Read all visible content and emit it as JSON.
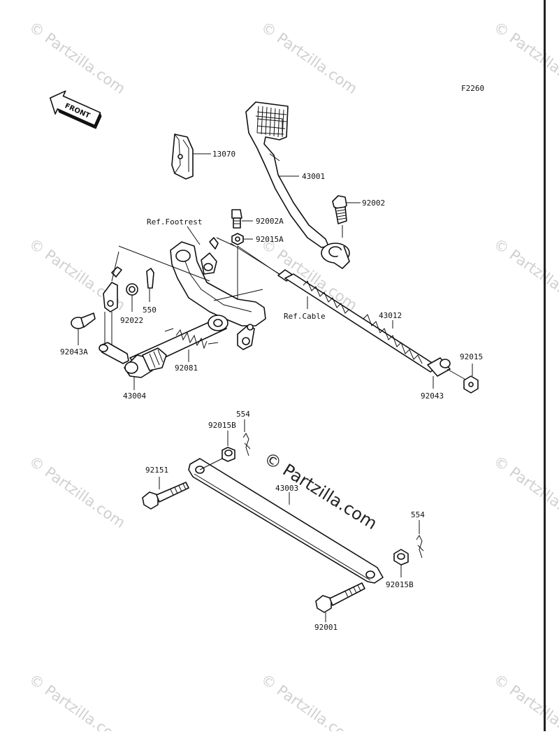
{
  "figure_code": "F2260",
  "direction_badge": "FRONT",
  "watermark": {
    "small_text": "© Partzilla.com",
    "center_text": "© Partzilla.com"
  },
  "labels": {
    "p13070": "13070",
    "p43001": "43001",
    "p92002": "92002",
    "p92002A": "92002A",
    "p92015A": "92015A",
    "ref_footrest": "Ref.Footrest",
    "p550": "550",
    "p92022": "92022",
    "p92043A": "92043A",
    "ref_cable": "Ref.Cable",
    "p43012": "43012",
    "p92081": "92081",
    "p43004": "43004",
    "p92015": "92015",
    "p92043": "92043",
    "p554_top": "554",
    "p92015B_top": "92015B",
    "p92151": "92151",
    "p43003": "43003",
    "p554_right": "554",
    "p92015B_right": "92015B",
    "p92001": "92001"
  }
}
